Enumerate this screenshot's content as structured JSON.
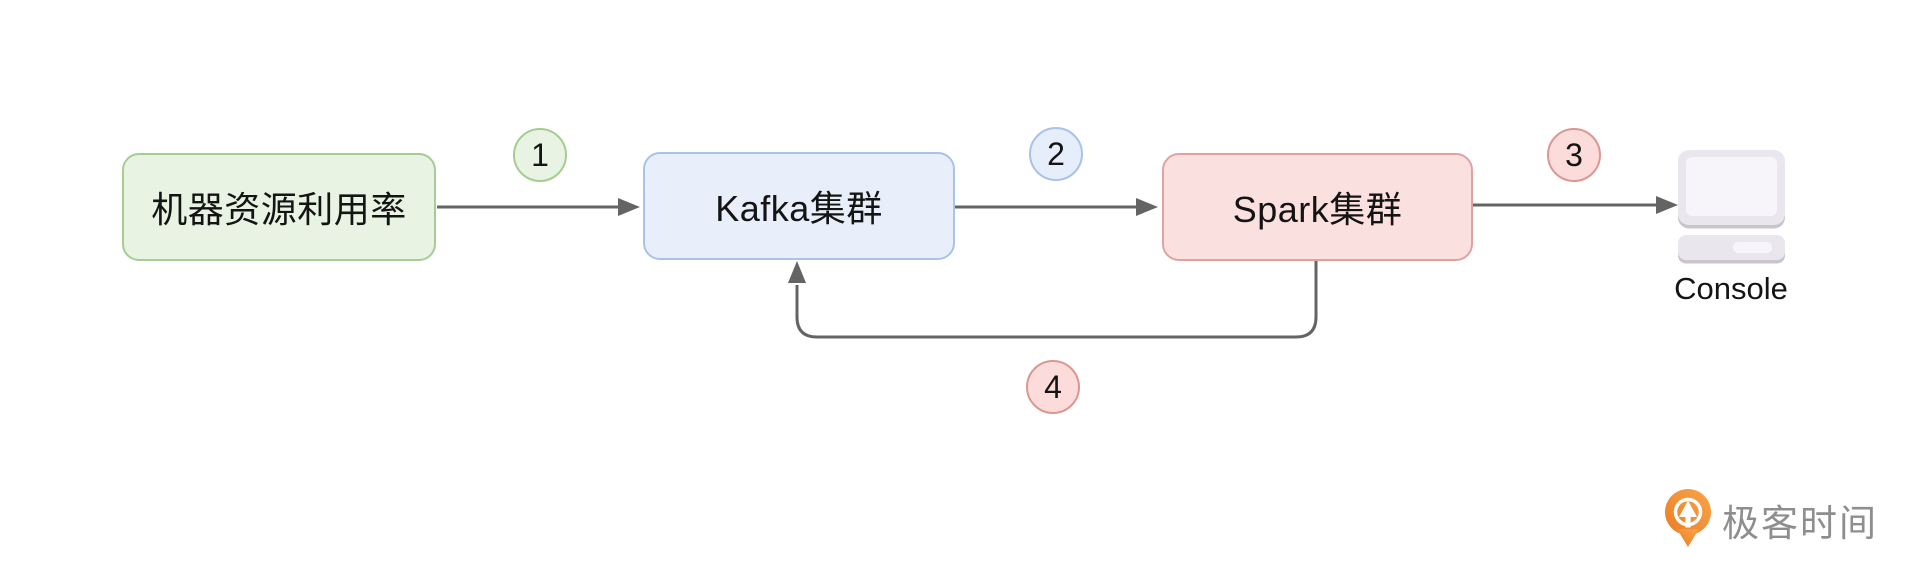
{
  "diagram": {
    "nodes": [
      {
        "id": "machine-utilization",
        "label": "机器资源利用率",
        "fill": "#e9f3e3",
        "border": "#a5cd92"
      },
      {
        "id": "kafka-cluster",
        "label": "Kafka集群",
        "fill": "#e8effb",
        "border": "#a9c2e8"
      },
      {
        "id": "spark-cluster",
        "label": "Spark集群",
        "fill": "#fbe0e0",
        "border": "#e0a2a0"
      }
    ],
    "badges": [
      {
        "label": "1",
        "fill": "#e9f3e3",
        "border": "#a5cd92"
      },
      {
        "label": "2",
        "fill": "#e7eefb",
        "border": "#a9c2e8"
      },
      {
        "label": "3",
        "fill": "#fbdcda",
        "border": "#db9791"
      },
      {
        "label": "4",
        "fill": "#fbdcda",
        "border": "#db9791"
      }
    ],
    "console_label": "Console",
    "arrow_color": "#646464",
    "flow": [
      "机器资源利用率 -> Kafka集群 (1)",
      "Kafka集群 -> Spark集群 (2)",
      "Spark集群 -> Console (3)",
      "Spark集群 -> Kafka集群 (4, feedback loop)"
    ]
  },
  "branding": {
    "logo_text": "极客时间",
    "logo_orange_light": "#f8a54b",
    "logo_orange_dark": "#ec7c23",
    "text_color": "#8e8e8e"
  }
}
